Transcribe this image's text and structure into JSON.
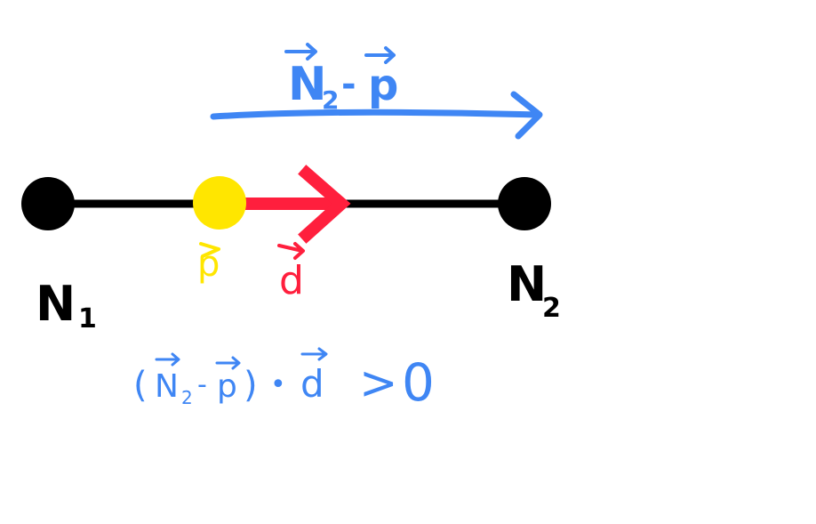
{
  "colors": {
    "black": "#000000",
    "blue": "#3f86f4",
    "red": "#ff1f3d",
    "yellow": "#ffe600"
  },
  "labels": {
    "top_vector": {
      "base": "N",
      "sub": "2",
      "minus": "-",
      "p": "p"
    },
    "node1": {
      "base": "N",
      "sub": "1"
    },
    "node2": {
      "base": "N",
      "sub": "2"
    },
    "point": "p",
    "direction": "d",
    "condition": {
      "open": "(",
      "n": "N",
      "sub": "2",
      "minus": "-",
      "p": "p",
      "close": ")",
      "dot": "•",
      "d": "d",
      "gt": ">",
      "zero": "0"
    }
  }
}
